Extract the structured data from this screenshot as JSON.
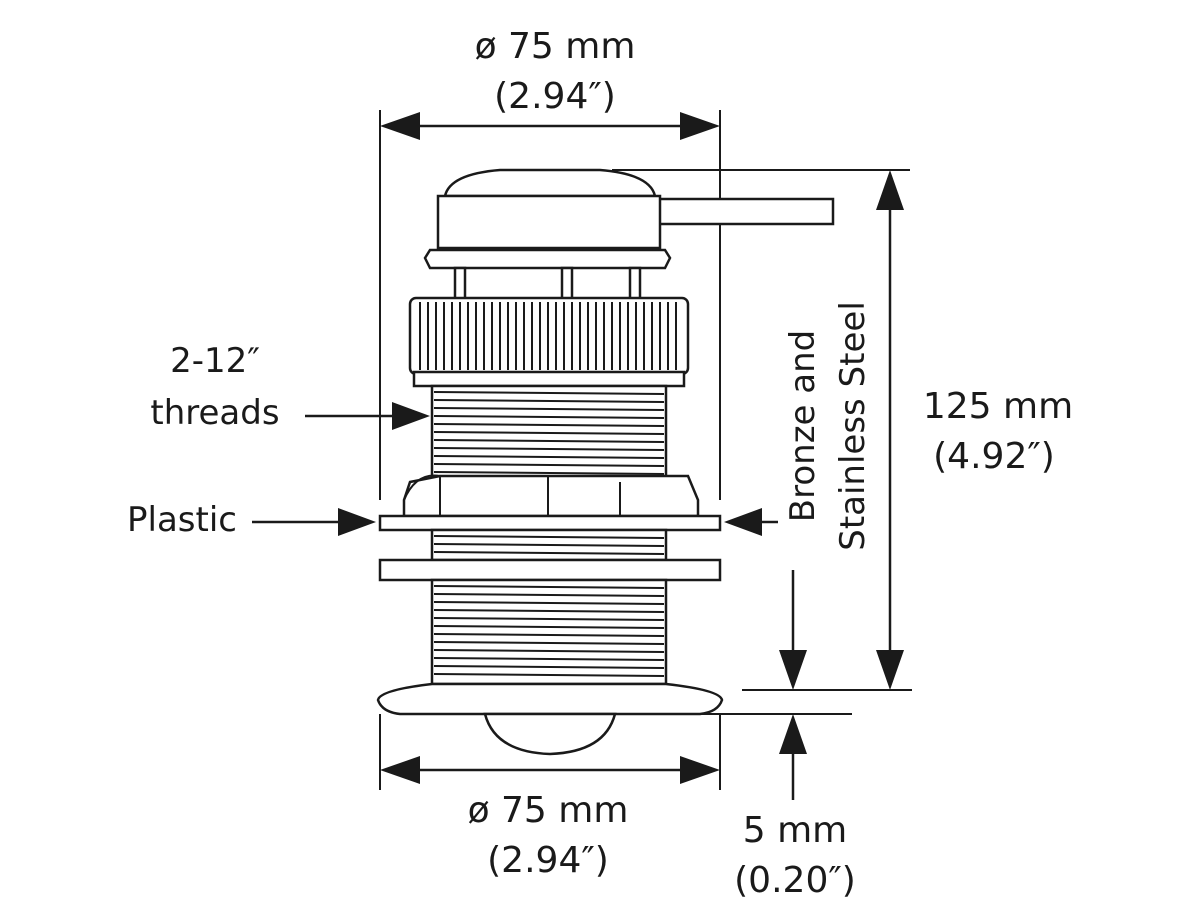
{
  "dimensions": {
    "top_diameter": {
      "metric": "ø 75 mm",
      "imperial": "(2.94″)"
    },
    "bottom_diameter": {
      "metric": "ø 75 mm",
      "imperial": "(2.94″)"
    },
    "height": {
      "metric": "125 mm",
      "imperial": "(4.92″)"
    },
    "protrusion": {
      "metric": "5 mm",
      "imperial": "(0.20″)"
    }
  },
  "labels": {
    "threads_line1": "2-12″",
    "threads_line2": "threads",
    "plastic": "Plastic",
    "material_line1": "Bronze and",
    "material_line2": "Stainless Steel"
  },
  "colors": {
    "line": "#1a1a1a",
    "background": "#ffffff"
  }
}
